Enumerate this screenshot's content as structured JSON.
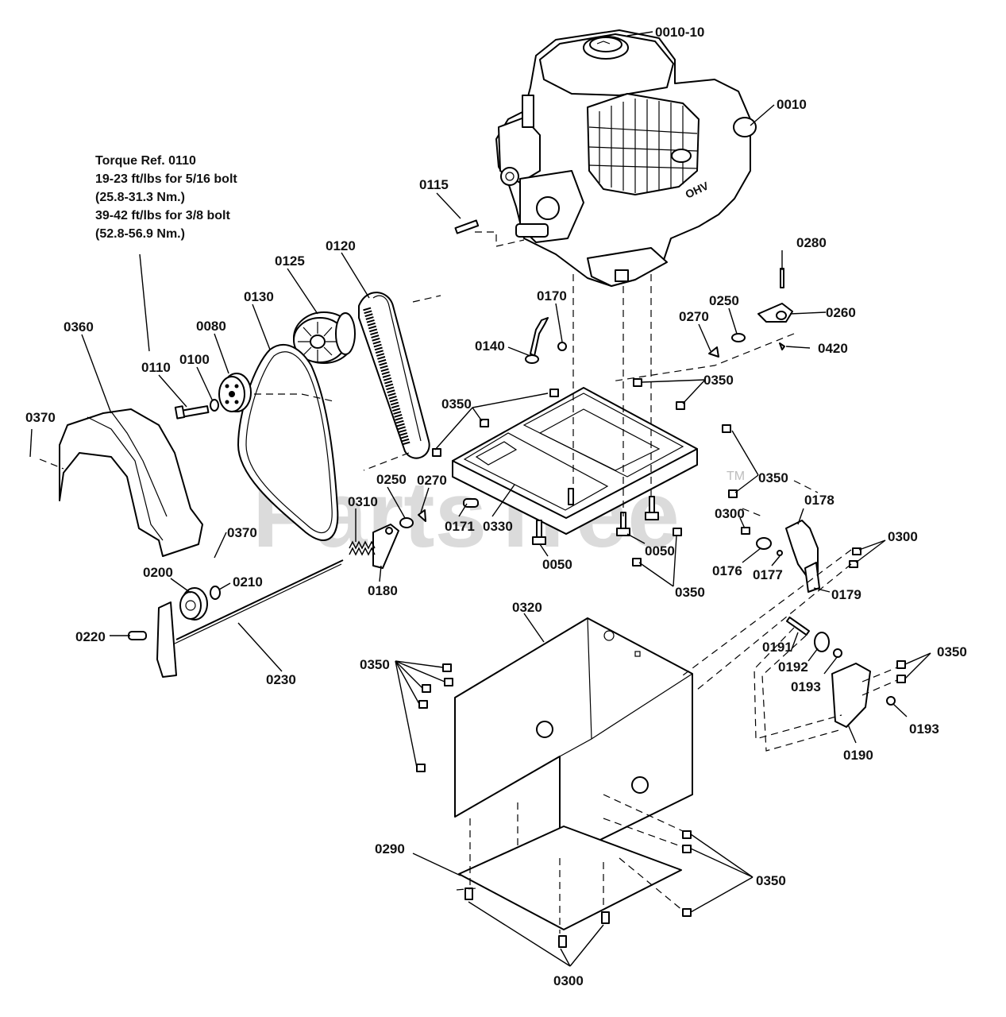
{
  "torque_note": {
    "lines": [
      "Torque Ref. 0110",
      "19-23 ft/lbs for 5/16 bolt",
      "(25.8-31.3 Nm.)",
      "39-42 ft/lbs for 3/8 bolt",
      "(52.8-56.9 Nm.)"
    ]
  },
  "watermark": {
    "text": "PartsTree",
    "tm": "TM"
  },
  "engine_marking": "OHV",
  "callouts": {
    "c0010_10": "0010-10",
    "c0010": "0010",
    "c0115": "0115",
    "c0120": "0120",
    "c0125": "0125",
    "c0130": "0130",
    "c0080": "0080",
    "c0100": "0100",
    "c0110": "0110",
    "c0360": "0360",
    "c0370a": "0370",
    "c0370b": "0370",
    "c0170": "0170",
    "c0140": "0140",
    "c0280": "0280",
    "c0250a": "0250",
    "c0260": "0260",
    "c0270a": "0270",
    "c0420": "0420",
    "c0350a": "0350",
    "c0350b": "0350",
    "c0350c": "0350",
    "c0350d": "0350",
    "c0350e": "0350",
    "c0350f": "0350",
    "c0350g": "0350",
    "c0250b": "0250",
    "c0270b": "0270",
    "c0310": "0310",
    "c0171": "0171",
    "c0330": "0330",
    "c0050a": "0050",
    "c0050b": "0050",
    "c0180": "0180",
    "c0178": "0178",
    "c0300a": "0300",
    "c0300b": "0300",
    "c0300c": "0300",
    "c0176": "0176",
    "c0177": "0177",
    "c0179": "0179",
    "c0200": "0200",
    "c0210": "0210",
    "c0220": "0220",
    "c0230": "0230",
    "c0320": "0320",
    "c0191": "0191",
    "c0192": "0192",
    "c0193a": "0193",
    "c0193b": "0193",
    "c0190": "0190",
    "c0290": "0290"
  }
}
